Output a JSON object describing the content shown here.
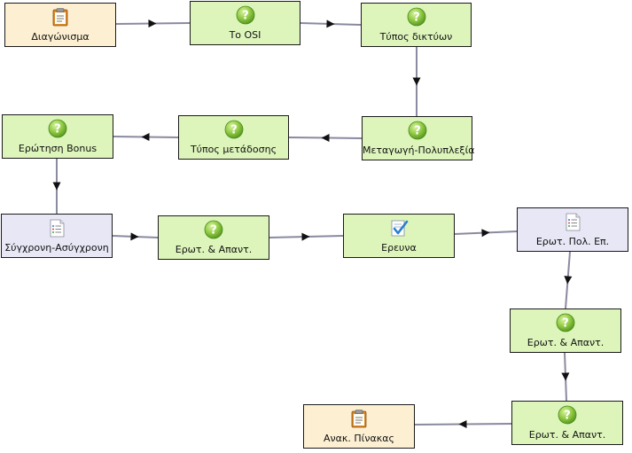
{
  "nodes": [
    {
      "id": "diagonisma",
      "label": "Διαγώνισμα",
      "icon": "clipboard-icon"
    },
    {
      "id": "to-osi",
      "label": "Το OSI",
      "icon": "question-icon"
    },
    {
      "id": "typos-diktyon",
      "label": "Τύπος δικτύων",
      "icon": "question-icon"
    },
    {
      "id": "metagogi",
      "label": "Μεταγωγή-Πολυπλεξία",
      "icon": "question-icon"
    },
    {
      "id": "typos-metadosis",
      "label": "Τύπος μετάδοσης",
      "icon": "question-icon"
    },
    {
      "id": "erotisi-bonus",
      "label": "Ερώτηση Bonus",
      "icon": "question-icon"
    },
    {
      "id": "sygxroni",
      "label": "Σύγχρονη-Ασύγχρονη",
      "icon": "list-document-icon"
    },
    {
      "id": "erot-apant-1",
      "label": "Ερωτ. & Απαντ.",
      "icon": "question-icon"
    },
    {
      "id": "erevna",
      "label": "Ερευνα",
      "icon": "survey-check-icon"
    },
    {
      "id": "erot-pol-ep",
      "label": "Ερωτ. Πολ. Επ.",
      "icon": "list-document-icon"
    },
    {
      "id": "erot-apant-2",
      "label": "Ερωτ. & Απαντ.",
      "icon": "question-icon"
    },
    {
      "id": "erot-apant-3",
      "label": "Ερωτ. & Απαντ.",
      "icon": "question-icon"
    },
    {
      "id": "anak-pinakas",
      "label": "Ανακ. Πίνακας",
      "icon": "clipboard-icon"
    }
  ],
  "colors": {
    "question_node": "#ddf5bb",
    "quiz_node": "#fdf0d2",
    "list_node": "#e7e7f6",
    "connector": "#8a8aa0",
    "arrow": "#111111"
  }
}
